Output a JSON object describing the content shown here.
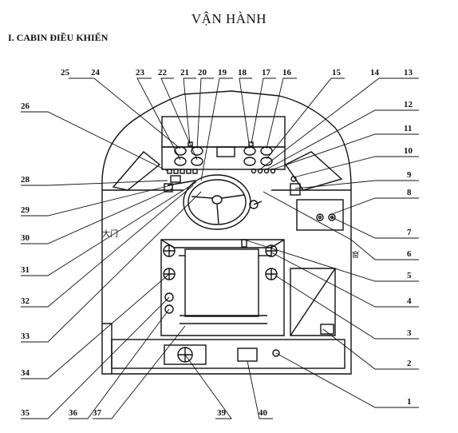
{
  "page": {
    "title": "VẬN HÀNH",
    "section_heading": "I. CABIN ĐIỀU KHIỂN"
  },
  "diagram": {
    "callouts": [
      "1",
      "2",
      "3",
      "4",
      "5",
      "6",
      "7",
      "8",
      "9",
      "10",
      "11",
      "12",
      "13",
      "14",
      "15",
      "16",
      "17",
      "18",
      "19",
      "20",
      "21",
      "22",
      "23",
      "24",
      "25",
      "26",
      "28",
      "29",
      "30",
      "31",
      "32",
      "33",
      "34",
      "35",
      "36",
      "37",
      "39",
      "40"
    ],
    "door_label": "大门",
    "window_label": "窗"
  }
}
